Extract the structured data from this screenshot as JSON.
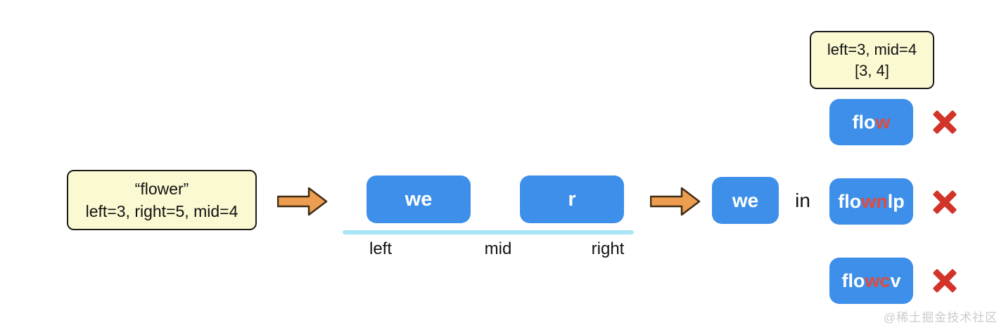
{
  "colors": {
    "box_blue": "#3d8fe9",
    "note_yellow": "#fbf9d1",
    "arrow_orange": "#ec9d4f",
    "baseline_cyan": "#a8e6f6",
    "x_red": "#d2342a",
    "mismatch_letter_red": "#e34a3c",
    "text_black": "#111111",
    "watermark_gray": "#cbcbcb"
  },
  "icons": {
    "arrow": "arrow-right-icon",
    "reject": "x-icon"
  },
  "start_note": {
    "line1": "“flower”",
    "line2": "left=3, right=5, mid=4"
  },
  "split_row": {
    "left_box": "we",
    "right_box": "r",
    "labels": {
      "left": "left",
      "mid": "mid",
      "right": "right"
    }
  },
  "check_row": {
    "query_box": "we",
    "operator": "in"
  },
  "result_note": {
    "line1": "left=3, mid=4",
    "line2": "[3, 4]"
  },
  "candidates": [
    {
      "name": "flow",
      "segments": [
        "flo",
        "w",
        ""
      ]
    },
    {
      "name": "flownlp",
      "segments": [
        "flo",
        "wn",
        "lp"
      ]
    },
    {
      "name": "flowcv",
      "segments": [
        "flo",
        "wc",
        "v"
      ]
    }
  ],
  "watermark": "@稀土掘金技术社区"
}
